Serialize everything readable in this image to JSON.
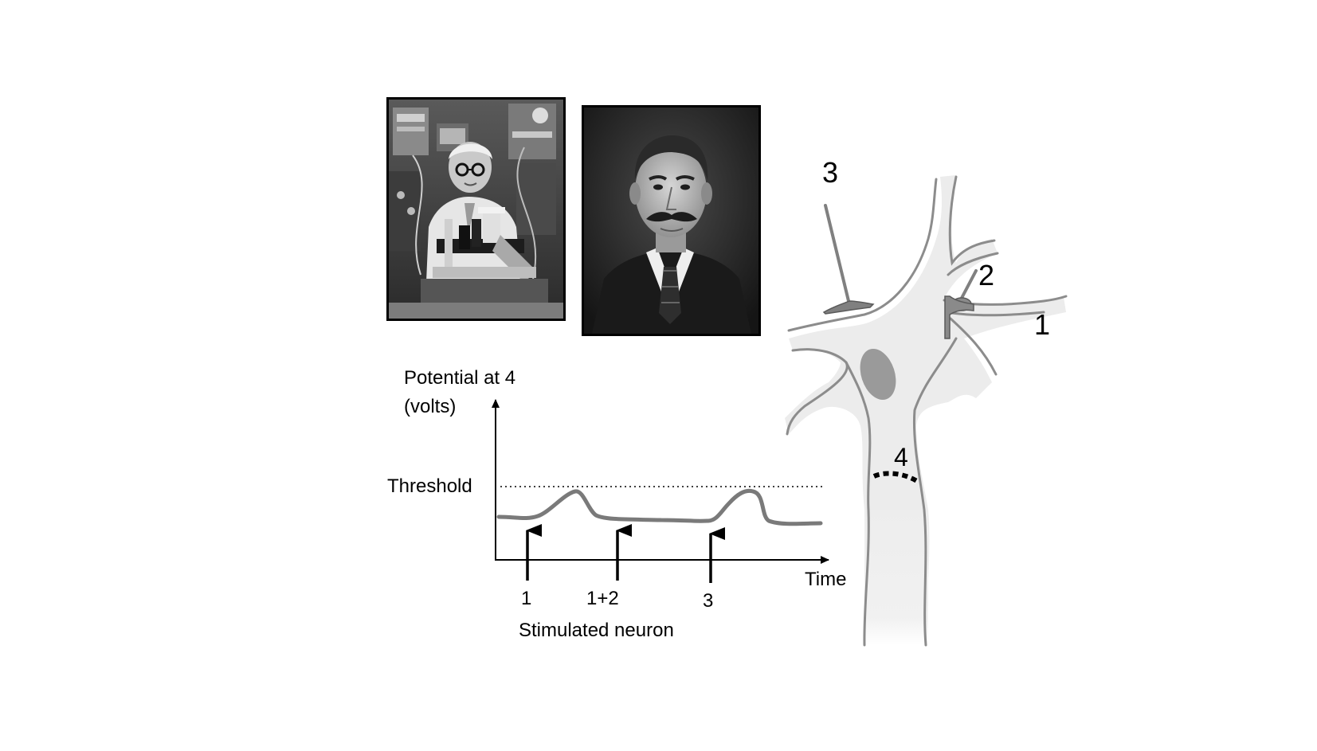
{
  "graph": {
    "y_axis_label_line1": "Potential at 4",
    "y_axis_label_line2": "(volts)",
    "threshold_label": "Threshold",
    "x_axis_label": "Time",
    "caption": "Stimulated neuron",
    "stimuli": [
      {
        "label": "1"
      },
      {
        "label": "1+2"
      },
      {
        "label": "3"
      }
    ]
  },
  "neuron": {
    "label_1": "1",
    "label_2": "2",
    "label_3": "3",
    "label_4": "4"
  },
  "colors": {
    "trace": "#7a7a7a",
    "neuron_fill": "#ededed",
    "neuron_outline": "#8c8c8c",
    "nucleus": "#9a9a9a",
    "terminal": "#808080"
  },
  "photos": [
    {
      "subject": "scientist-at-laboratory-apparatus"
    },
    {
      "subject": "portrait-of-man-with-mustache"
    }
  ]
}
